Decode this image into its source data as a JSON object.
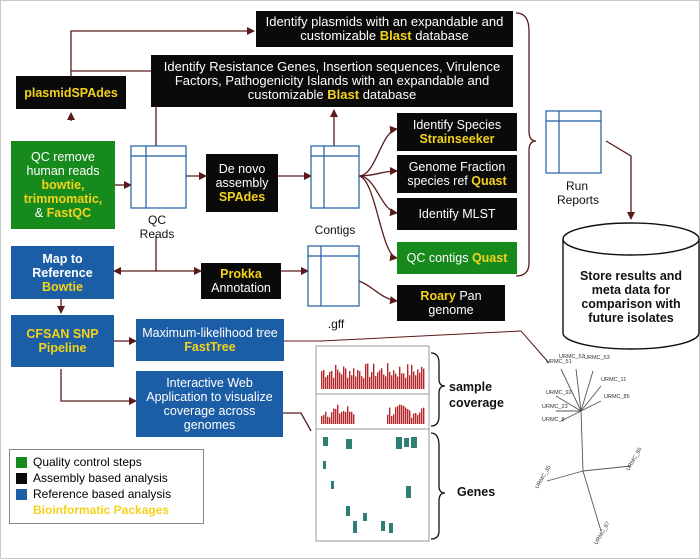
{
  "nodes": {
    "identify_plasmids": {
      "pre": "Identify plasmids with an expandable and customizable ",
      "tool": "Blast",
      "post": " database"
    },
    "identify_resistance": {
      "pre": "Identify Resistance Genes, Insertion sequences, Virulence  Factors, Pathogenicity Islands with an expandable and customizable ",
      "tool": "Blast",
      "post": " database"
    },
    "plasmidspades": {
      "tool": "plasmidSPAdes"
    },
    "qc_remove": {
      "text": "QC remove human reads",
      "tool1": "bowtie,",
      "tool2": "trimmomatic,",
      "amp": "& ",
      "tool3": "FastQC"
    },
    "de_novo": {
      "text": "De novo assembly",
      "tool": "SPAdes"
    },
    "identify_species": {
      "text": "Identify Species",
      "tool": "Strainseeker"
    },
    "genome_fraction": {
      "text": "Genome Fraction species ref ",
      "tool": "Quast"
    },
    "identify_mlst": {
      "text": "Identify MLST"
    },
    "qc_contigs": {
      "text": "QC contigs ",
      "tool": "Quast"
    },
    "map_ref": {
      "text": "Map to Reference",
      "tool": "Bowtie"
    },
    "prokka": {
      "tool": "Prokka",
      "text": "Annotation"
    },
    "roary": {
      "tool": "Roary",
      "text": " Pan genome"
    },
    "cfsan": {
      "tool": "CFSAN SNP Pipeline"
    },
    "max_likelihood": {
      "text": "Maximum-likelihood tree ",
      "tool": "FastTree"
    },
    "interactive_web": {
      "text": "Interactive Web Application to visualize coverage across genomes"
    },
    "store": {
      "text": "Store results and meta data for comparison with future isolates"
    }
  },
  "labels": {
    "qc_reads": "QC Reads",
    "contigs": "Contigs",
    "run_reports": "Run Reports",
    "gff": ".gff",
    "sample_coverage": "sample coverage",
    "genes": "Genes"
  },
  "tree_leaves": [
    "URMC_51",
    "URMC_52",
    "URMC_53",
    "URMC_11",
    "URMC_85",
    "URMC_92",
    "URMC_23",
    "URMC_8",
    "URMC_35",
    "URMC_86",
    "URMC_87"
  ],
  "legend": {
    "items": [
      {
        "label": "Quality control steps",
        "color": "#178a1e"
      },
      {
        "label": "Assembly based analysis",
        "color": "#0a0a0a"
      },
      {
        "label": "Reference based analysis",
        "color": "#1c5ea5"
      }
    ],
    "packages_label": "Bioinformatic Packages"
  },
  "colors": {
    "tool_yellow": "#f4d21b",
    "arrow": "#5a1a1a",
    "qc_green": "#178a1e",
    "assembly_black": "#0a0a0a",
    "reference_blue": "#1c5ea5"
  }
}
